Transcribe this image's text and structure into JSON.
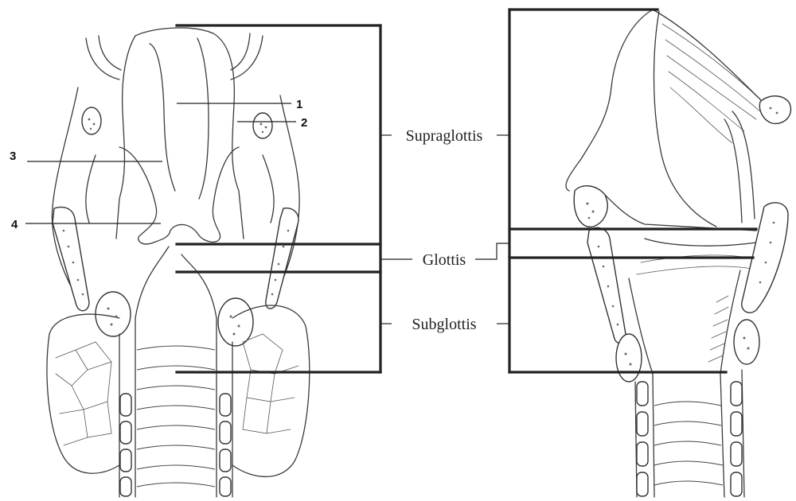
{
  "labels": {
    "n1": "1",
    "n2": "2",
    "n3": "3",
    "n4": "4"
  },
  "regions": {
    "supraglottis": "Supraglottis",
    "glottis": "Glottis",
    "subglottis": "Subglottis"
  }
}
